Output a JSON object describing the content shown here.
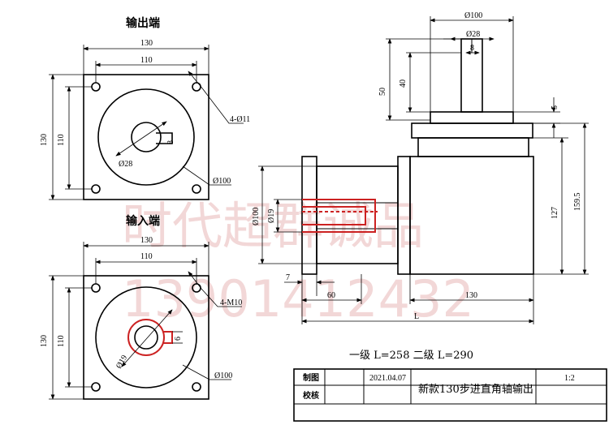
{
  "output_end": {
    "title": "输出端",
    "dim_outer": "130",
    "dim_inner": "110",
    "dim_left_outer": "130",
    "dim_left_inner": "110",
    "hole_label": "4-Ø11",
    "shaft_label": "Ø28",
    "key_label": "8",
    "pilot_label": "Ø100"
  },
  "input_end": {
    "title": "输入端",
    "dim_outer": "130",
    "dim_inner": "110",
    "dim_left_outer": "130",
    "dim_left_inner": "110",
    "hole_label": "4-M10",
    "bore_label": "Ø19",
    "key_label": "6",
    "pilot_label": "Ø100"
  },
  "side_view": {
    "d100_top": "Ø100",
    "d28": "Ø28",
    "key8": "8",
    "h50": "50",
    "h40": "40",
    "h5": "5",
    "h127": "127",
    "h159": "159.5",
    "d100_left": "Ø100",
    "d19": "Ø19",
    "w7": "7",
    "w60": "60",
    "w130": "130",
    "L": "L"
  },
  "length_note": "一级 L=258   二级 L=290",
  "title_block": {
    "made_label": "制图",
    "check_label": "校核",
    "date": "2021.04.07",
    "name": "新款130步进直角轴输出",
    "scale": "1:2"
  },
  "watermark": {
    "company": "时代超群诚品",
    "phone": "13901412432"
  }
}
